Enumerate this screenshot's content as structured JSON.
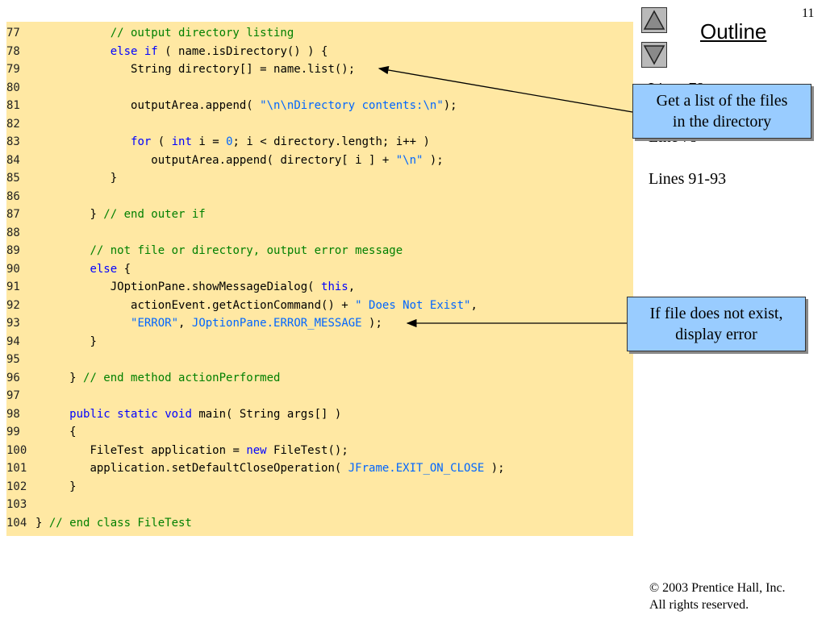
{
  "slide_number": "11",
  "outline_label": "Outline",
  "line_refs": [
    "Lines 79",
    "Line 79",
    "Lines 91-93"
  ],
  "callouts": [
    {
      "line1": "Get a list of the files",
      "line2": "in the directory"
    },
    {
      "line1": "If file does not exist,",
      "line2": "display error"
    }
  ],
  "footer": {
    "copyright": "© 2003 Prentice Hall, Inc.",
    "rights": "All rights reserved."
  },
  "nav": {
    "up_icon": "triangle-up-icon",
    "down_icon": "triangle-down-icon"
  },
  "colors": {
    "code_bg": "#ffe8a3",
    "comment": "#008000",
    "keyword": "#0000ff",
    "string": "#0066ff",
    "callout_bg": "#99ccff"
  },
  "code_lines": [
    {
      "n": "77",
      "indent": "           ",
      "tokens": [
        {
          "t": "// output directory listing",
          "c": "com"
        }
      ]
    },
    {
      "n": "78",
      "indent": "           ",
      "tokens": [
        {
          "t": "else",
          "c": "kw"
        },
        {
          "t": " ",
          "c": "plain"
        },
        {
          "t": "if",
          "c": "kw"
        },
        {
          "t": " ( name.isDirectory() ) {",
          "c": "plain"
        }
      ]
    },
    {
      "n": "79",
      "indent": "              ",
      "tokens": [
        {
          "t": "String directory[] = name.list();",
          "c": "plain"
        }
      ]
    },
    {
      "n": "80",
      "indent": "",
      "tokens": []
    },
    {
      "n": "81",
      "indent": "              ",
      "tokens": [
        {
          "t": "outputArea.append( ",
          "c": "plain"
        },
        {
          "t": "\"\\n\\nDirectory contents:\\n\"",
          "c": "str"
        },
        {
          "t": ");",
          "c": "plain"
        }
      ]
    },
    {
      "n": "82",
      "indent": "",
      "tokens": []
    },
    {
      "n": "83",
      "indent": "              ",
      "tokens": [
        {
          "t": "for",
          "c": "kw"
        },
        {
          "t": " ( ",
          "c": "plain"
        },
        {
          "t": "int",
          "c": "kw"
        },
        {
          "t": " i = ",
          "c": "plain"
        },
        {
          "t": "0",
          "c": "str"
        },
        {
          "t": "; i < directory.length; i++ )",
          "c": "plain"
        }
      ]
    },
    {
      "n": "84",
      "indent": "                 ",
      "tokens": [
        {
          "t": "outputArea.append( directory[ i ] + ",
          "c": "plain"
        },
        {
          "t": "\"\\n\"",
          "c": "str"
        },
        {
          "t": " );",
          "c": "plain"
        }
      ]
    },
    {
      "n": "85",
      "indent": "           ",
      "tokens": [
        {
          "t": "}",
          "c": "plain"
        }
      ]
    },
    {
      "n": "86",
      "indent": "",
      "tokens": []
    },
    {
      "n": "87",
      "indent": "        ",
      "tokens": [
        {
          "t": "} ",
          "c": "plain"
        },
        {
          "t": "// end outer if",
          "c": "com"
        }
      ]
    },
    {
      "n": "88",
      "indent": "",
      "tokens": []
    },
    {
      "n": "89",
      "indent": "        ",
      "tokens": [
        {
          "t": "// not file or directory, output error message",
          "c": "com"
        }
      ]
    },
    {
      "n": "90",
      "indent": "        ",
      "tokens": [
        {
          "t": "else",
          "c": "kw"
        },
        {
          "t": " {",
          "c": "plain"
        }
      ]
    },
    {
      "n": "91",
      "indent": "           ",
      "tokens": [
        {
          "t": "JOptionPane.showMessageDialog( ",
          "c": "plain"
        },
        {
          "t": "this",
          "c": "kw"
        },
        {
          "t": ",",
          "c": "plain"
        }
      ]
    },
    {
      "n": "92",
      "indent": "              ",
      "tokens": [
        {
          "t": "actionEvent.getActionCommand() + ",
          "c": "plain"
        },
        {
          "t": "\" Does Not Exist\"",
          "c": "str"
        },
        {
          "t": ",",
          "c": "plain"
        }
      ]
    },
    {
      "n": "93",
      "indent": "              ",
      "tokens": [
        {
          "t": "\"ERROR\"",
          "c": "str"
        },
        {
          "t": ", ",
          "c": "plain"
        },
        {
          "t": "JOptionPane.ERROR_MESSAGE",
          "c": "cst"
        },
        {
          "t": " );",
          "c": "plain"
        }
      ]
    },
    {
      "n": "94",
      "indent": "        ",
      "tokens": [
        {
          "t": "}",
          "c": "plain"
        }
      ]
    },
    {
      "n": "95",
      "indent": "",
      "tokens": []
    },
    {
      "n": "96",
      "indent": "     ",
      "tokens": [
        {
          "t": "} ",
          "c": "plain"
        },
        {
          "t": "// end method actionPerformed",
          "c": "com"
        }
      ]
    },
    {
      "n": "97",
      "indent": "",
      "tokens": []
    },
    {
      "n": "98",
      "indent": "     ",
      "tokens": [
        {
          "t": "public",
          "c": "kw"
        },
        {
          "t": " ",
          "c": "plain"
        },
        {
          "t": "static",
          "c": "kw"
        },
        {
          "t": " ",
          "c": "plain"
        },
        {
          "t": "void",
          "c": "kw"
        },
        {
          "t": " main( String args[] )",
          "c": "plain"
        }
      ]
    },
    {
      "n": "99",
      "indent": "     ",
      "tokens": [
        {
          "t": "{",
          "c": "plain"
        }
      ]
    },
    {
      "n": "100",
      "indent": "        ",
      "tokens": [
        {
          "t": "FileTest application = ",
          "c": "plain"
        },
        {
          "t": "new",
          "c": "kw"
        },
        {
          "t": " FileTest();",
          "c": "plain"
        }
      ]
    },
    {
      "n": "101",
      "indent": "        ",
      "tokens": [
        {
          "t": "application.setDefaultCloseOperation( ",
          "c": "plain"
        },
        {
          "t": "JFrame.EXIT_ON_CLOSE",
          "c": "cst"
        },
        {
          "t": " );",
          "c": "plain"
        }
      ]
    },
    {
      "n": "102",
      "indent": "     ",
      "tokens": [
        {
          "t": "}",
          "c": "plain"
        }
      ]
    },
    {
      "n": "103",
      "indent": "",
      "tokens": []
    },
    {
      "n": "104",
      "indent": "",
      "tokens": [
        {
          "t": "} ",
          "c": "plain"
        },
        {
          "t": "// end class FileTest",
          "c": "com"
        }
      ]
    }
  ]
}
